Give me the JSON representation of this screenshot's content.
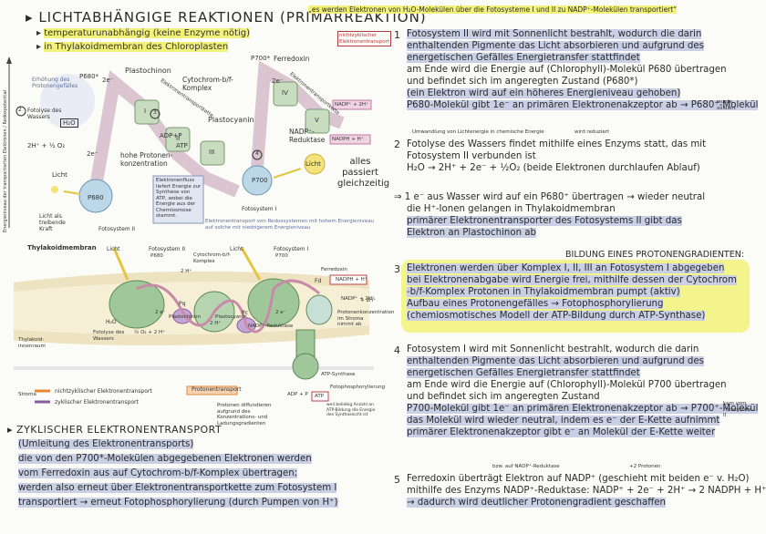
{
  "title": "LICHTABHÄNGIGE REAKTIONEN (PRIMÄRREAKTION)",
  "bullets": [
    "temperaturunabhängig (keine Enzyme nötig)",
    "in Thylakoidmembran des Chloroplasten"
  ],
  "top_note": "„es werden Elektronen von H₂O-Molekülen über die Fotosysteme I und II zu NADP⁺-Molekülen transportiert“",
  "energy_diagram": {
    "axis_label": "Energieniveau der transportierten Elektronen / Redoxpotential",
    "labels": {
      "p680_star": "P680*",
      "plastochinon": "Plastochinon",
      "cytochrom": "Cytochrom-b/f-Komplex",
      "plastocyanin": "Plastocyanin",
      "p700_star": "P700*",
      "ferredoxin": "Ferredoxin",
      "nadp_red": "NADP⁺-Reduktase",
      "hohe_protonen": "hohe Protonen-konzentration",
      "adp": "ADP+P",
      "atp": "ATP",
      "e2_a": "2e⁻",
      "e2_b": "2e⁻",
      "e2_c": "2e⁻",
      "erhoehung": "Erhöhung des Protonengefälles",
      "fotolyse": "Fotolyse des Wassers",
      "h2o": "H₂O",
      "eq_left": "2H⁺ + ½ O₂",
      "p680": "P680",
      "p700": "P700",
      "licht1": "Licht",
      "licht2": "Licht",
      "licht_kraft": "Licht als treibende Kraft",
      "fs2": "Fotosystem II",
      "fs1": "Fotosystem I",
      "elektronenfluss": "Elektronenfluss liefert Energie zur Synthese von ATP, wobei die Energie aus der Chemiosmose stammt.",
      "etk": "Elektronentransportkette",
      "etk2": "Elektronentransportkette",
      "nadp_h": "NADP⁺ + 2H⁺",
      "nadph": "NADPH + H⁺",
      "alles": "alles passiert gleichzeitig",
      "n1": "1",
      "n2": "2",
      "n3": "3",
      "n4": "4",
      "n5": "5",
      "i": "I",
      "ii": "II",
      "iii": "III",
      "iv": "IV",
      "v": "V"
    }
  },
  "membrane_caption": "Elektronentransport von Redoxsystemen mit hohem Energieniveau auf solche mit niedrigerem Energieniveau",
  "membrane_diagram": {
    "thylakoidmembran": "Thylakoidmembran",
    "licht1": "Licht",
    "licht2": "Licht",
    "fs2": "Fotosystem II",
    "fs2_sub": "P680",
    "fs1": "Fotosystem I",
    "fs1_sub": "P700",
    "cyt": "Cytochrom-b/f-Komplex",
    "ferredoxin": "Ferredoxin",
    "fd": "Fd",
    "pq": "Pq",
    "pc": "Pc",
    "plastochinon": "Plastochinon",
    "plastocyanin": "Plastocyanin",
    "nadph": "NADPH + H⁺",
    "nadp": "NADP⁺ + 2H⁺",
    "nadp_red": "NADP⁺-Reduktase",
    "h2o": "H₂O",
    "fotolyse": "Fotolyse des Wassers",
    "o2": "½ O₂ + 2 H⁺",
    "thylakoid_innen": "Thylakoid-innenraum",
    "atp_synthase": "ATP-Synthase",
    "stroma": "Stroma",
    "adp": "ADP + P",
    "atp": "ATP",
    "fotophos": "Fotophosphorylierung",
    "protonen_diff": "Protonen diffundieren aufgrund des Konzentrations- und Ladungsgradienten",
    "weil": "weil beliebig Anzahl an ATP-Bildung die Energie des Synthaseicht ist",
    "protonen_konz": "Protonenkonzentration im Stroma nimmt ab",
    "legend_nicht": "nichtzyklischer Elektronentransport",
    "legend_zyk": "zyklischer Elektronentransport",
    "legend_prot": "Protonentransport",
    "twoH1": "2 H⁺",
    "twoH2": "2 H⁺",
    "twoH3": "+ 2H⁺",
    "e_a": "2 e⁻",
    "e_b": "2 e⁻"
  },
  "zyklisch": {
    "title": "ZYKLISCHER ELEKTRONENTRANSPORT",
    "lines": [
      "(Umleitung des Elektronentransports)",
      "die von den P700*-Molekülen abgegebenen Elektronen werden",
      "vom Ferredoxin aus auf Cytochrom-b/f-Komplex übertragen;",
      "werden also erneut über Elektronentransportkette zum Fotosystem I",
      "transportiert → erneut Fotophosphorylierung (durch Pumpen von H⁺)"
    ]
  },
  "right": {
    "nichtcyklisch": "nichtzyklischer Elektronentransport",
    "s1_num": "1",
    "s1": [
      "Fotosystem II wird mit Sonnenlicht bestrahlt, wodurch die darin",
      "enthaltenden Pigmente das Licht absorbieren und aufgrund des",
      "energetischen Gefälles Energietransfer stattfindet",
      "am Ende wird die Energie auf (Chlorophyll)-Molekül P680 übertragen",
      "und befindet sich im angeregten Zustand (P680*)",
      "(ein Elektron wird auf ein höheres Energieniveau gehoben)",
      "P680-Molekül gibt 1e⁻ an primären Elektronenakzeptor ab → P680⁺-Molekül"
    ],
    "s1_note_wurde": "wurde oxidiert",
    "s1_note_umw": "Umwandlung von Lichtenergie in chemische Energie",
    "s1_note_red": "wird reduziert",
    "s2_num": "2",
    "s2": [
      "Fotolyse des Wassers findet mithilfe eines Enzyms statt, das mit",
      "Fotosystem II verbunden ist",
      "H₂O → 2H⁺ + 2e⁻ + ½O₂   (beide Elektronen durchlaufen Ablauf)"
    ],
    "mid": [
      "⇒ 1 e⁻ aus Wasser wird auf ein P680⁺ übertragen → wieder neutral",
      "die H⁺-Ionen gelangen in Thylakoidmembran",
      "primärer Elektronentransporter des Fotosystems II gibt das",
      "Elektron an Plastochinon ab"
    ],
    "bildung": "BILDUNG EINES PROTONENGRADIENTEN:",
    "s3_num": "3",
    "s3": [
      "Elektronen werden über Komplex I, II, III an Fotosystem I abgegeben",
      "bei Elektronenabgabe wird Energie frei, mithilfe dessen der Cytochrom",
      "-b/f-Komplex Protonen in Thylakoidmembran pumpt (aktiv)",
      "Aufbau eines Protonengefälles → Fotophosphorylierung",
      "(chemiosmotisches Modell der ATP-Bildung durch ATP-Synthase)"
    ],
    "s4_num": "4",
    "s4": [
      "Fotosystem I wird mit Sonnenlicht bestrahlt, wodurch die darin",
      "enthaltenden Pigmente das Licht absorbieren und aufgrund des",
      "energetischen Gefälles Energietransfer stattfindet",
      "am Ende wird die Energie auf (Chlorophyll)-Molekül P700 übertragen",
      "und befindet sich im angeregten Zustand",
      "P700-Molekül gibt 1e⁻ an primären Elektronenakzeptor ab → P700⁺-Molekül",
      "das Molekül wird wieder neutral, indem es e⁻ der E-Kette aufnimmt",
      "primärer Elektronenakzeptor gibt e⁻ an Molekül der E-Kette weiter"
    ],
    "s4_note": "kam vom Fotosystem II",
    "s5_pre": "bzw. auf NADP⁺-Reduktase",
    "s5_pre2": "+2 Protonen",
    "s5_num": "5",
    "s5": [
      "Ferredoxin überträgt Elektron auf NADP⁺ (geschieht mit beiden e⁻ v. H₂O)",
      "mithilfe des Enzyms NADP⁺-Reduktase: NADP⁺ + 2e⁻ + 2H⁺ → 2 NADPH + H⁺",
      "→ dadurch wird deutlicher Protonengradient geschaffen"
    ]
  }
}
